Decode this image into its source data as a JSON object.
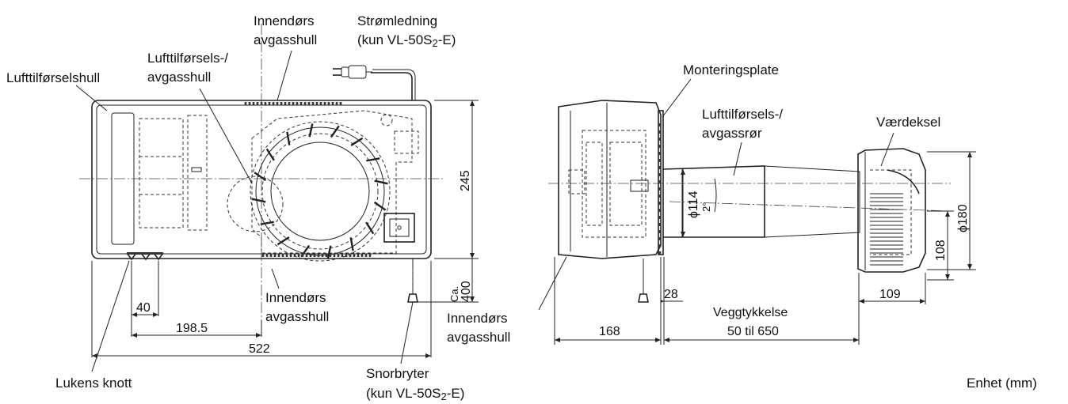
{
  "labels": {
    "lufttilforselshull": "Lufttilførselshull",
    "lufttilforsels_avgasshull_1": "Lufttilførsels-/",
    "lufttilforsels_avgasshull_2": "avgasshull",
    "innendors_top_1": "Innendørs",
    "innendors_top_2": "avgasshull",
    "stromledning_1": "Strømledning",
    "stromledning_2": "(kun VL-50S",
    "stromledning_sub": "2",
    "stromledning_3": "-E)",
    "innendors_mid_1": "Innendørs",
    "innendors_mid_2": "avgasshull",
    "lukens_knott": "Lukens knott",
    "snorbryter_1": "Snorbryter",
    "snorbryter_2": "(kun VL-50S",
    "snorbryter_sub": "2",
    "snorbryter_3": "-E)",
    "monteringsplate": "Monteringsplate",
    "ror_1": "Lufttilførsels-/",
    "ror_2": "avgassrør",
    "vaerdeksel": "Værdeksel",
    "innendors_side_1": "Innendørs",
    "innendors_side_2": "avgasshull",
    "veggtykkelse_1": "Veggtykkelse",
    "veggtykkelse_2": "50 til 650",
    "enhet": "Enhet (mm)"
  },
  "dimensions": {
    "d40": "40",
    "d198_5": "198.5",
    "d522": "522",
    "d245": "245",
    "ca": "Ca.",
    "d400": "400",
    "d168": "168",
    "d28": "28",
    "d109": "109",
    "d108": "108",
    "phi114": "ϕ114",
    "deg2": "2°",
    "phi180": "ϕ180"
  }
}
